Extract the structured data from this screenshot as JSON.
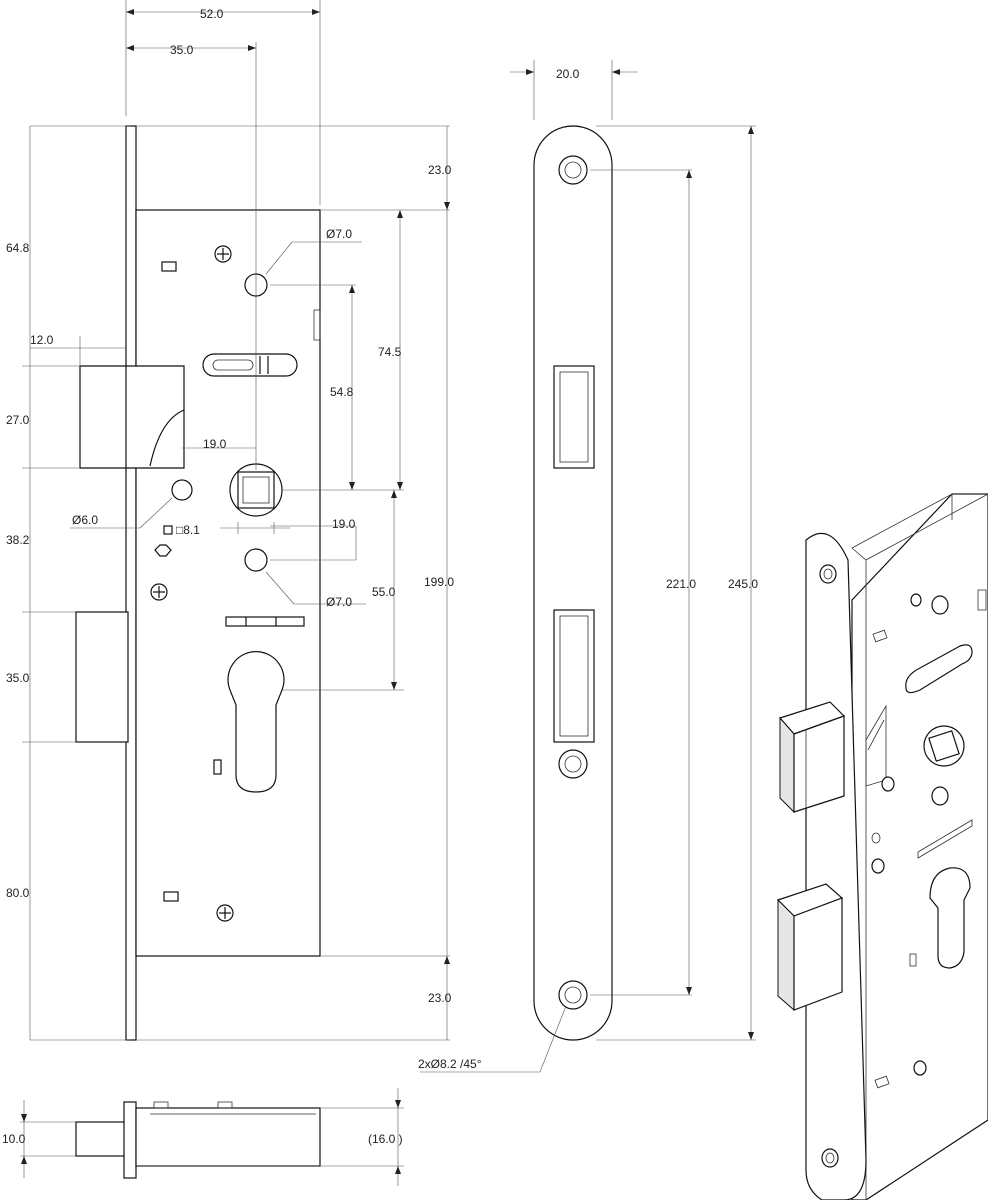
{
  "dimensions": {
    "front_width_total": "52.0",
    "front_backset": "35.0",
    "front_top_offset": "64.8",
    "latch_width": "12.0",
    "latch_height": "27.0",
    "latch_to_deadbolt": "38.2",
    "deadbolt_height": "35.0",
    "bottom_offset": "80.0",
    "case_top_margin": "23.0",
    "case_bottom_margin": "23.0",
    "case_height": "199.0",
    "hole_top_dia": "Ø7.0",
    "hole_bottom_dia": "Ø7.0",
    "hole_small_dia": "Ø6.0",
    "spindle_offset": "19.0",
    "spindle_offset_lower": "19.0",
    "spindle_square": "□8.1",
    "dist_74_5": "74.5",
    "dist_54_8": "54.8",
    "dist_55_0": "55.0",
    "faceplate_width": "20.0",
    "faceplate_hole_spacing": "221.0",
    "faceplate_length": "245.0",
    "faceplate_holes": "2xØ8.2 /45°",
    "bottom_view_height": "10.0",
    "bottom_view_depth": "(16.0 )"
  },
  "colors": {
    "line": "#111111",
    "dimension": "#555555",
    "part_fill": "#ffffff",
    "shade": "#e6e6e6"
  }
}
